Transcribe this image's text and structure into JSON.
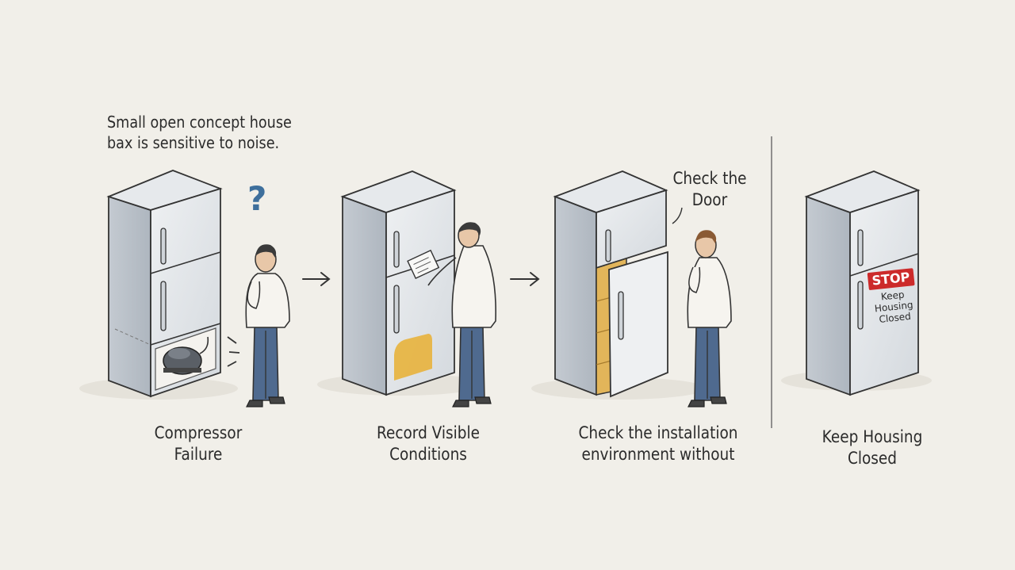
{
  "note": {
    "line1": "Small open concept house",
    "line2": "bax is sensitive to noise."
  },
  "steps": [
    {
      "caption_line1": "Compressor",
      "caption_line2": "Failure",
      "mark": "?"
    },
    {
      "caption_line1": "Record Visible",
      "caption_line2": "Conditions"
    },
    {
      "callout_line1": "Check the",
      "callout_line2": "Door",
      "caption_line1": "Check the installation",
      "caption_line2": "environment without"
    },
    {
      "sign_badge": "STOP",
      "sign_line1": "Keep",
      "sign_line2": "Housing",
      "sign_line3": "Closed",
      "caption_line1": "Keep Housing",
      "caption_line2": "Closed"
    }
  ],
  "colors": {
    "background": "#f1efe9",
    "fridge_body": "#d9dde2",
    "fridge_side": "#bcc3cb",
    "shirt": "#f6f4ef",
    "trousers": "#4f6a8f",
    "hair": "#3a3a3a",
    "hair_light": "#8a5a34",
    "warning_patch": "#e8b23c",
    "stop_red": "#cc2a2a",
    "question_mark": "#3e6f9c"
  },
  "icons": [
    "refrigerator-icon",
    "person-icon",
    "question-mark-icon",
    "arrow-right-icon",
    "compressor-icon",
    "clipboard-icon",
    "stop-sign-icon"
  ]
}
